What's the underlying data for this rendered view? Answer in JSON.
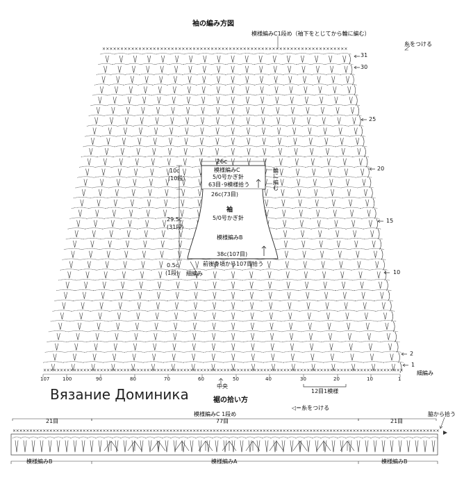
{
  "diagram": {
    "title_main": "袖の編み方図",
    "note_top": "模様編みC1段め（袖下をとじてから輪に編む）",
    "note_attach_top": "糸をつける",
    "row_labels": [
      "31",
      "30",
      "25",
      "20",
      "15",
      "10",
      "2",
      "1"
    ],
    "start_label": "細編み",
    "bottom_ticks": [
      "107",
      "100",
      "90",
      "80",
      "70",
      "60",
      "50",
      "40",
      "30",
      "20",
      "10",
      "1"
    ],
    "center_label": "中央",
    "repeat_label": "12目1模様",
    "schematic": {
      "top_width": "26c",
      "pattern_c": "模様編みC",
      "hook_c": "5/0号かぎ針",
      "pickup_c": "63目･9模様拾う",
      "in_round": "輪に編む",
      "mid_width": "26c(73目)",
      "piece_name": "袖",
      "hook_body": "5/0号かぎ針",
      "pattern_b": "模様編みB",
      "bottom_width": "38c(107目)",
      "pickup_body": "前後身頃から107目拾う",
      "left_top_len": "10c",
      "left_top_rows": "(10段)",
      "left_mid_len": "29.5c",
      "left_mid_rows": "(31段)",
      "left_bot_len": "0.5c",
      "left_bot_rows": "(1段)",
      "sc_label": "細編み"
    },
    "watermark": "Вязание Доминика",
    "bottom": {
      "title": "裾の拾い方",
      "note_attach": "◁＝糸をつける",
      "pattern_c_row": "模様編みC 1段め",
      "count_left": "21目",
      "count_mid": "77目",
      "count_right": "21目",
      "side_pickup": "脇から拾う",
      "label_b_left": "模様編みB",
      "label_a": "模様編みA",
      "label_b_right": "模様編みB"
    }
  }
}
